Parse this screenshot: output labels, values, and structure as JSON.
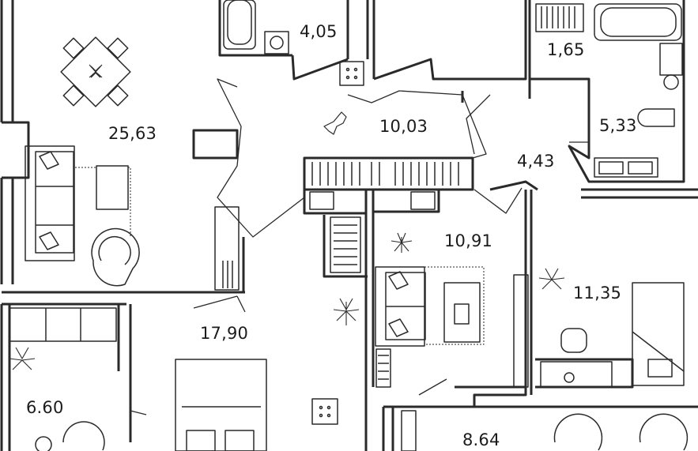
{
  "floorplan": {
    "rooms": [
      {
        "id": "room-bathroom-top",
        "area": "4,05"
      },
      {
        "id": "room-wc",
        "area": "1,65"
      },
      {
        "id": "room-living",
        "area": "25,63"
      },
      {
        "id": "room-hall",
        "area": "10,03"
      },
      {
        "id": "room-bathroom-right",
        "area": "5,33"
      },
      {
        "id": "room-corridor",
        "area": "4,43"
      },
      {
        "id": "room-study",
        "area": "10,91"
      },
      {
        "id": "room-bedroom-right",
        "area": "11,35"
      },
      {
        "id": "room-corridor-lower",
        "area": "17,90"
      },
      {
        "id": "room-balcony",
        "area": "6.60"
      },
      {
        "id": "room-bedroom-bottom",
        "area": "8.64"
      }
    ]
  }
}
